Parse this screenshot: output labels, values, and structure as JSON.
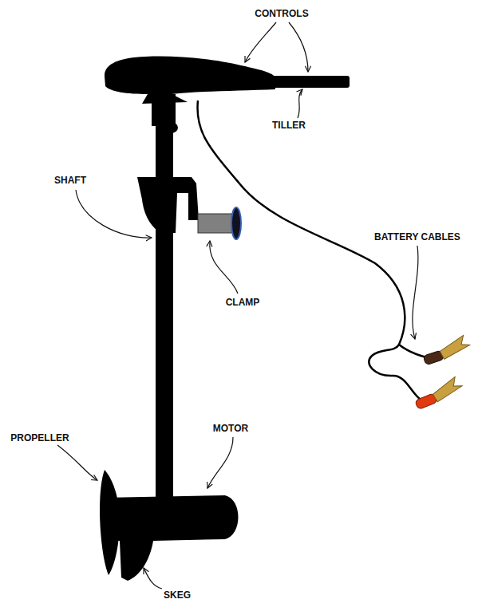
{
  "diagram": {
    "labels": [
      "CONTROLS",
      "TILLER",
      "SHAFT",
      "CLAMP",
      "BATTERY CABLES",
      "PROPELLER",
      "MOTOR",
      "SKEG"
    ]
  }
}
